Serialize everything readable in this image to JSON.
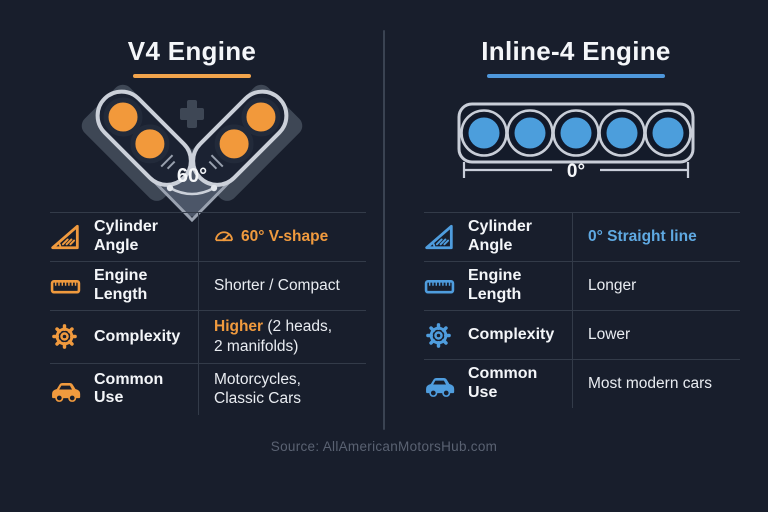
{
  "accent_colors": {
    "v4": "#F09A3E",
    "inline4": "#4F9DDE"
  },
  "panels": [
    {
      "title": "V4 Engine",
      "art": {
        "type": "v4-engine-diagram",
        "angle_label": "60°",
        "cylinders": 4,
        "cylinder_color": "#F2993B"
      },
      "rows": [
        {
          "icon": "angle-icon",
          "label": "Cylinder\nAngle",
          "value_accent": "60° V-shape",
          "value_rest": ""
        },
        {
          "icon": "ruler-icon",
          "label": "Engine\nLength",
          "value_accent": "",
          "value_rest": "Shorter / Compact"
        },
        {
          "icon": "gear-icon",
          "label": "Complexity",
          "value_accent": "Higher",
          "value_rest": " (2 heads,\n2 manifolds)"
        },
        {
          "icon": "vehicles-icon",
          "label": "Common\nUse",
          "value_accent": "",
          "value_rest": "Motorcycles,\nClassic Cars"
        }
      ]
    },
    {
      "title": "Inline-4 Engine",
      "art": {
        "type": "inline4-engine-diagram",
        "angle_label": "0°",
        "cylinders": 5,
        "cylinder_color": "#4C9EDC"
      },
      "rows": [
        {
          "icon": "angle-icon",
          "label": "Cylinder\nAngle",
          "value_accent": "0° Straight line",
          "value_rest": ""
        },
        {
          "icon": "ruler-icon",
          "label": "Engine\nLength",
          "value_accent": "",
          "value_rest": "Longer"
        },
        {
          "icon": "gear-icon",
          "label": "Complexity",
          "value_accent": "",
          "value_rest": "Lower"
        },
        {
          "icon": "car-icon",
          "label": "Common\nUse",
          "value_accent": "",
          "value_rest": "Most modern cars"
        }
      ]
    }
  ],
  "footer": {
    "source": "Source: AllAmericanMotorsHub.com"
  }
}
